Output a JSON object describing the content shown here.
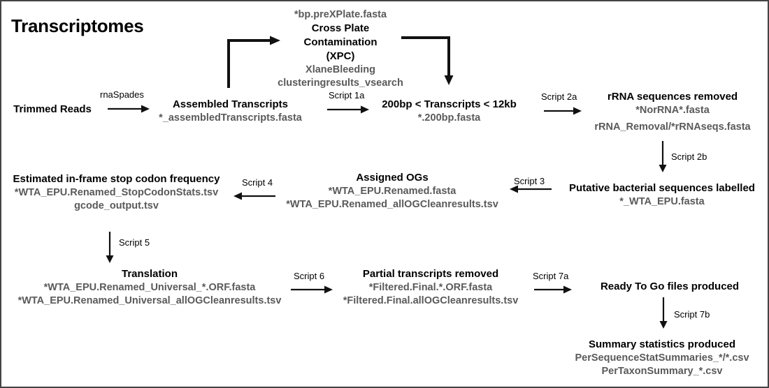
{
  "page": {
    "title": "Transcriptomes",
    "colors": {
      "title_text": "#000000",
      "node_title_text": "#000000",
      "file_text": "#5a5a5a",
      "arrow": "#111111",
      "background": "#ffffff",
      "border": "#444444"
    }
  },
  "nodes": {
    "trimmed_reads": {
      "title": "Trimmed Reads",
      "files": []
    },
    "assembled_transcripts": {
      "title": "Assembled Transcripts",
      "files": [
        "*_assembledTranscripts.fasta"
      ]
    },
    "xpc": {
      "file_top": "*bp.preXPlate.fasta",
      "title_line1": "Cross Plate",
      "title_line2": "Contamination",
      "title_line3": "(XPC)",
      "files": [
        "XlaneBleeding",
        "clusteringresults_vsearch"
      ]
    },
    "length_filter": {
      "title": "200bp < Transcripts < 12kb",
      "files": [
        "*.200bp.fasta"
      ]
    },
    "rrna_removed": {
      "title": "rRNA sequences removed",
      "files": [
        "*NorRNA*.fasta",
        "rRNA_Removal/*rRNAseqs.fasta"
      ]
    },
    "bacterial_labelled": {
      "title": "Putative bacterial sequences labelled",
      "files": [
        "*_WTA_EPU.fasta"
      ]
    },
    "assigned_ogs": {
      "title": "Assigned OGs",
      "files": [
        "*WTA_EPU.Renamed.fasta",
        "*WTA_EPU.Renamed_allOGCleanresults.tsv"
      ]
    },
    "stop_codon": {
      "title": "Estimated in-frame stop codon frequency",
      "files": [
        "*WTA_EPU.Renamed_StopCodonStats.tsv",
        "gcode_output.tsv"
      ]
    },
    "translation": {
      "title": "Translation",
      "files": [
        "*WTA_EPU.Renamed_Universal_*.ORF.fasta",
        "*WTA_EPU.Renamed_Universal_allOGCleanresults.tsv"
      ]
    },
    "partial_removed": {
      "title": "Partial transcripts removed",
      "files": [
        "*Filtered.Final.*.ORF.fasta",
        "*Filtered.Final.allOGCleanresults.tsv"
      ]
    },
    "ready_to_go": {
      "title": "Ready To Go files produced",
      "files": []
    },
    "summary_stats": {
      "title": "Summary statistics produced",
      "files": [
        "PerSequenceStatSummaries_*/*.csv",
        "PerTaxonSummary_*.csv"
      ]
    }
  },
  "edges": {
    "rnaspades": "rnaSpades",
    "script_1a": "Script 1a",
    "script_2a": "Script 2a",
    "script_2b": "Script 2b",
    "script_3": "Script 3",
    "script_4": "Script 4",
    "script_5": "Script 5",
    "script_6": "Script 6",
    "script_7a": "Script 7a",
    "script_7b": "Script 7b"
  }
}
